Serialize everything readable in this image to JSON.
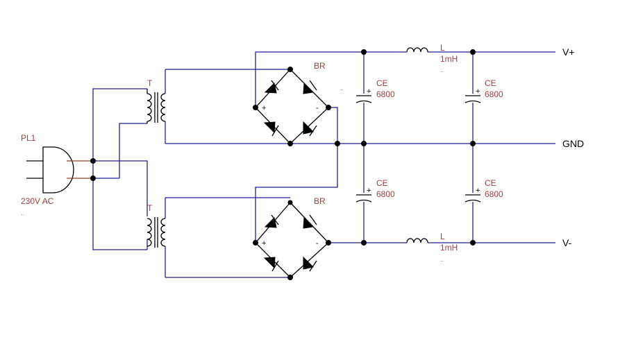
{
  "components": {
    "plug": {
      "ref": "PL1",
      "value": "230V AC",
      "extra": ".."
    },
    "transformer_top": {
      "ref": "T"
    },
    "transformer_bottom": {
      "ref": "T"
    },
    "bridge_top": {
      "ref": "BR",
      "plus": "+",
      "minus": "-"
    },
    "bridge_bottom": {
      "ref": "BR",
      "plus": "+",
      "minus": "-"
    },
    "cap_top_left": {
      "ref": "CE",
      "value": "6800"
    },
    "cap_top_right": {
      "ref": "CE",
      "value": "6800"
    },
    "cap_bottom_left": {
      "ref": "CE",
      "value": "6800"
    },
    "cap_bottom_right": {
      "ref": "CE",
      "value": "6800"
    },
    "inductor_top": {
      "ref": "L",
      "value": "1mH",
      "extra": ".."
    },
    "inductor_bottom": {
      "ref": "L",
      "value": "1mH",
      "extra": ".."
    },
    "bridge_top_extra": ".."
  },
  "nets": {
    "vplus": "V+",
    "gnd": "GND",
    "vminus": "V-"
  },
  "colors": {
    "wire": "#1f1f9a",
    "label": "#a04040",
    "mains_lead": "#8a4a2a",
    "symbol": "#000000"
  }
}
